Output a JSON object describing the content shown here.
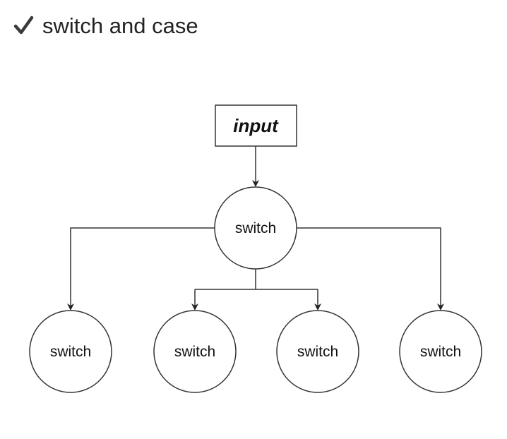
{
  "header": {
    "icon": "checkmark-icon",
    "title": "switch and case"
  },
  "diagram": {
    "input_label": "input",
    "root_label": "switch",
    "children": [
      {
        "label": "switch"
      },
      {
        "label": "switch"
      },
      {
        "label": "switch"
      },
      {
        "label": "switch"
      }
    ]
  }
}
